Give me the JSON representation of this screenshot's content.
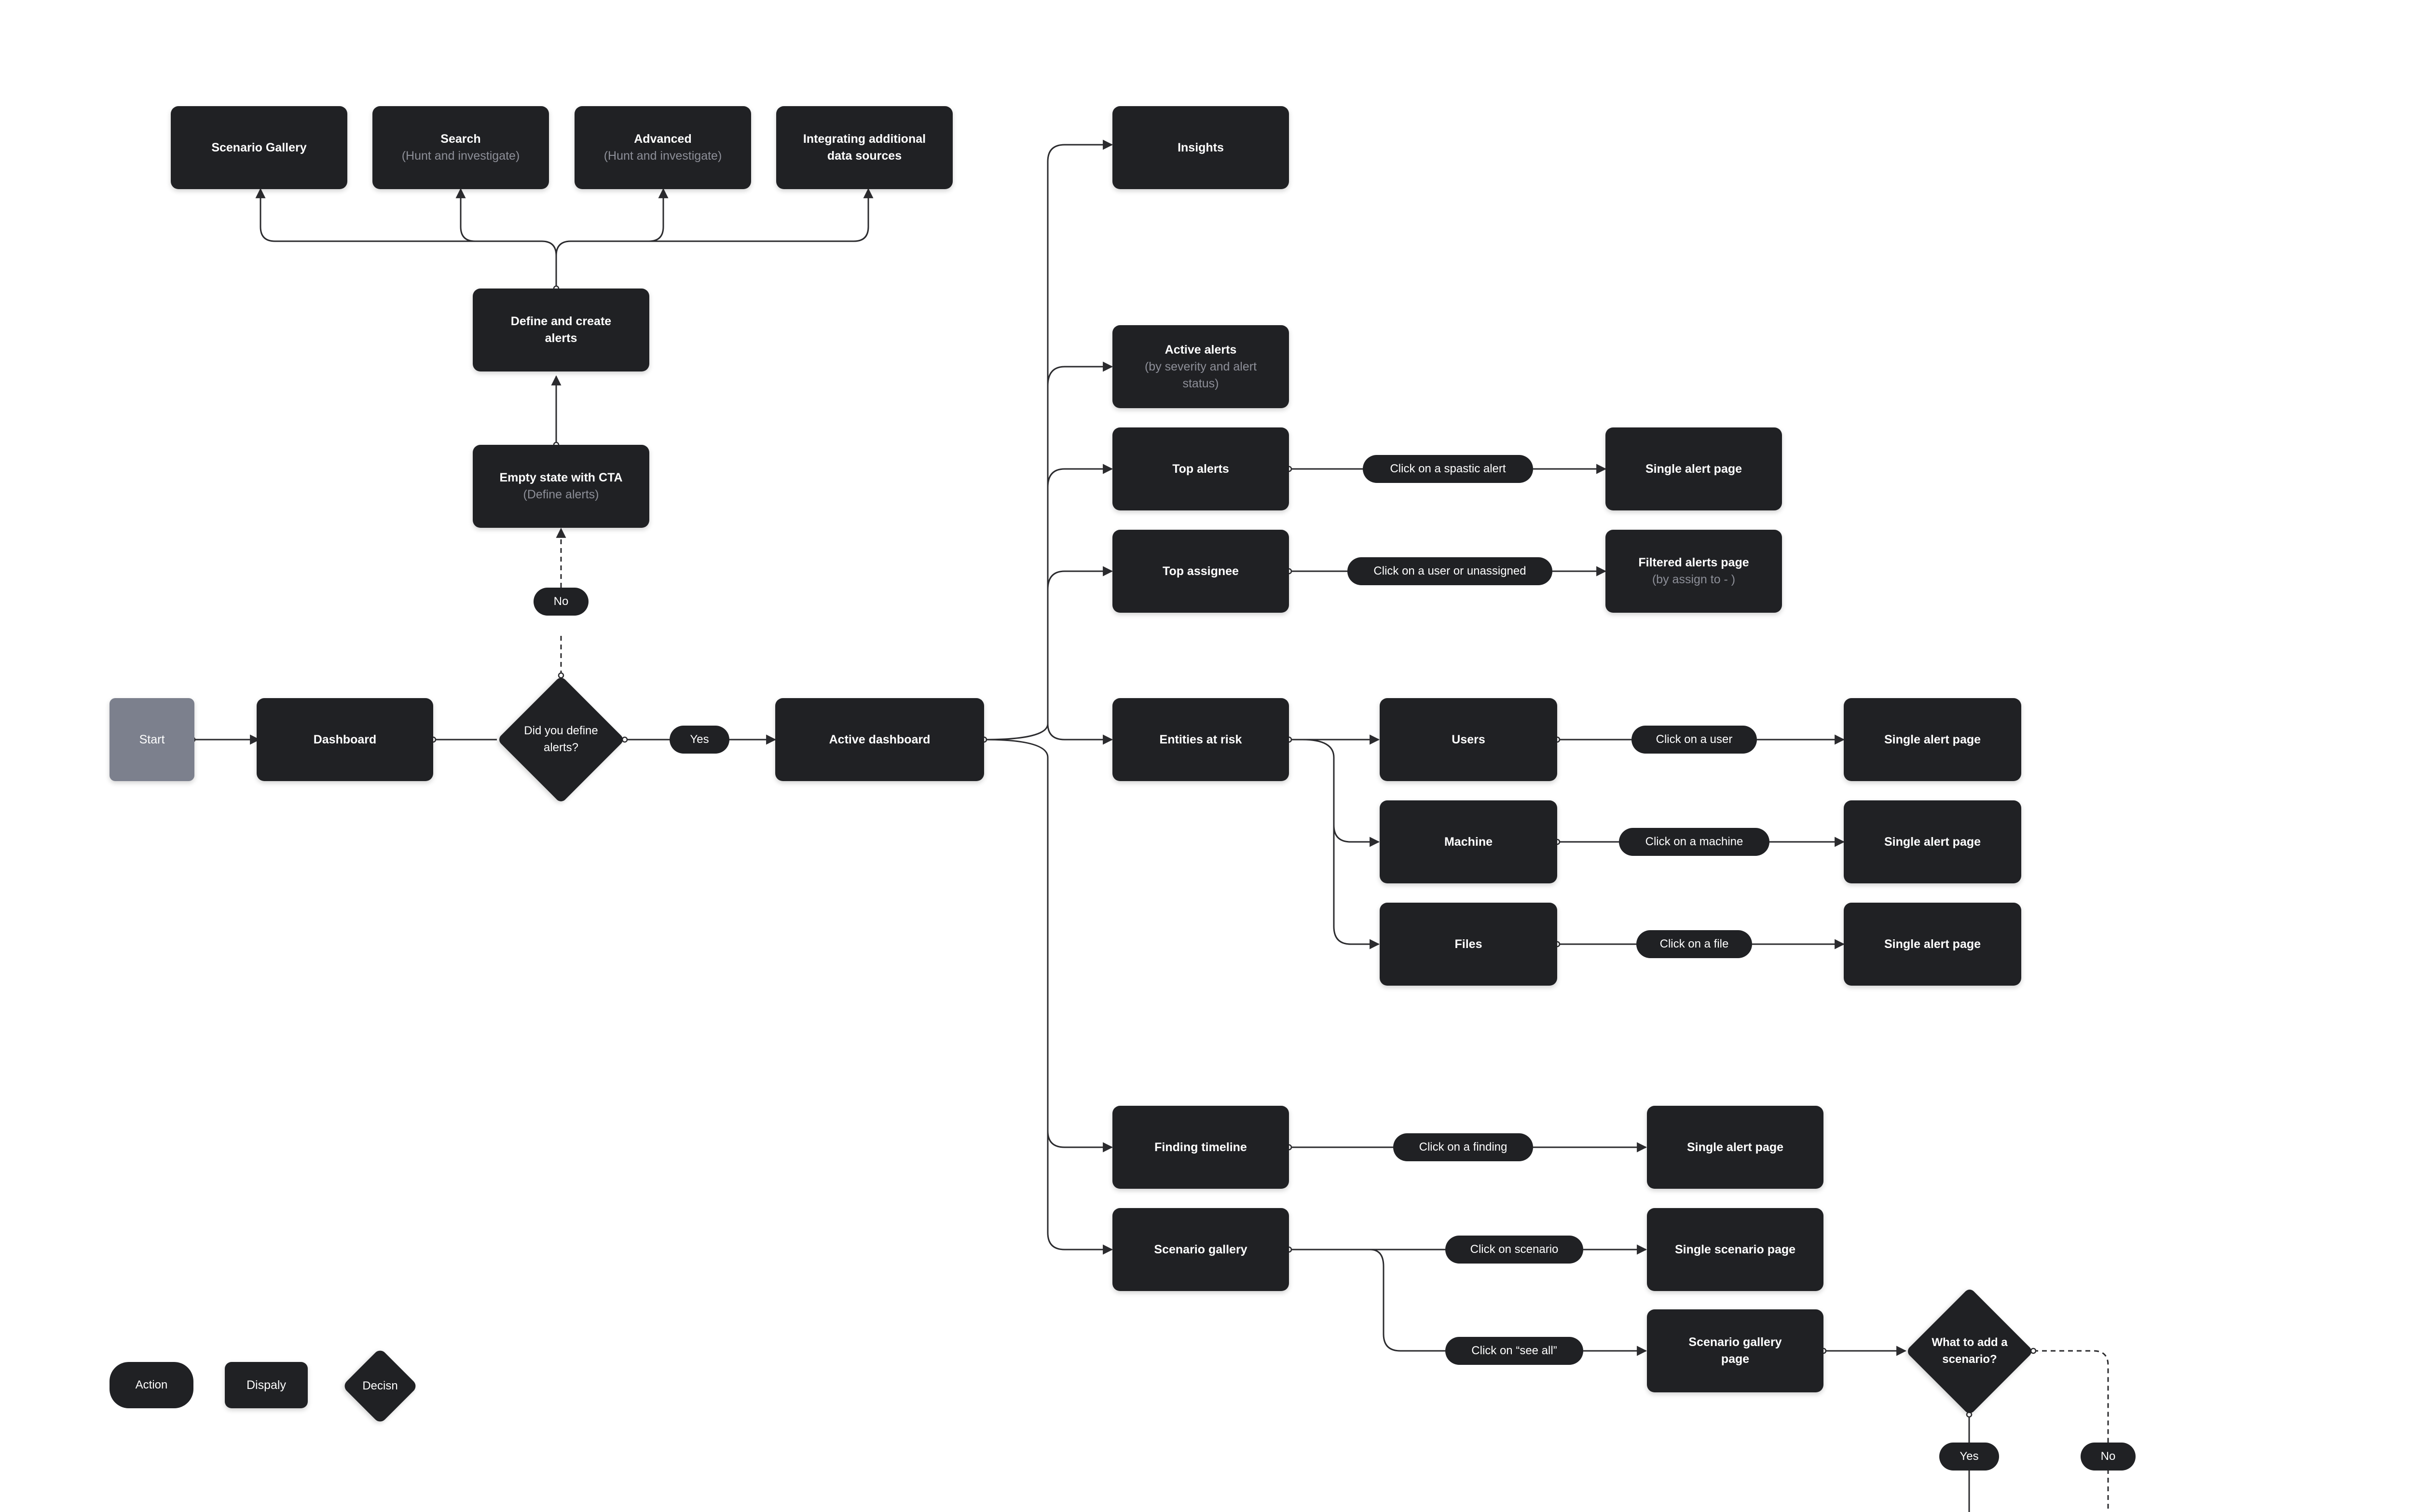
{
  "flow": {
    "start": "Start",
    "dashboard": "Dashboard",
    "decision_alerts": "Did you define alerts?",
    "yes": "Yes",
    "no": "No",
    "active_dashboard": "Active dashboard",
    "empty_state": {
      "title": "Empty state with CTA",
      "sub": "(Define alerts)"
    },
    "define_create": "Define and create alerts",
    "top_row": [
      {
        "title": "Scenario Gallery",
        "sub": ""
      },
      {
        "title": "Search",
        "sub": "(Hunt and investigate)"
      },
      {
        "title": "Advanced",
        "sub": "(Hunt and investigate)"
      },
      {
        "title": "Integrating additional data sources",
        "sub": ""
      }
    ],
    "insights": "Insights",
    "active_alerts": {
      "title": "Active alerts",
      "sub": "(by severity and alert status)"
    },
    "top_alerts": "Top alerts",
    "click_spastic": "Click on a spastic alert",
    "single_alert_page": "Single alert page",
    "top_assignee": "Top assignee",
    "click_user_unassigned": "Click on a user or unassigned",
    "filtered_alerts": {
      "title": "Filtered alerts page",
      "sub": "(by assign to - )"
    },
    "entities_at_risk": "Entities at risk",
    "users": "Users",
    "click_user": "Click on a user",
    "machine": "Machine",
    "click_machine": "Click on a machine",
    "files": "Files",
    "click_file": "Click on a file",
    "finding_timeline": "Finding timeline",
    "click_finding": "Click on a finding",
    "scenario_gallery": "Scenario gallery",
    "click_scenario": "Click on scenario",
    "single_scenario_page": "Single scenario page",
    "click_see_all": "Click on “see all”",
    "scenario_gallery_page": "Scenario gallery page",
    "decision_add_scenario": "What to add a scenario?"
  },
  "legend": {
    "action": "Action",
    "display": "Dispaly",
    "decision": "Decisn"
  },
  "colors": {
    "node": "#202124",
    "start": "#7c808d",
    "subtext": "#8d8f98",
    "line": "#2b2b2e"
  }
}
